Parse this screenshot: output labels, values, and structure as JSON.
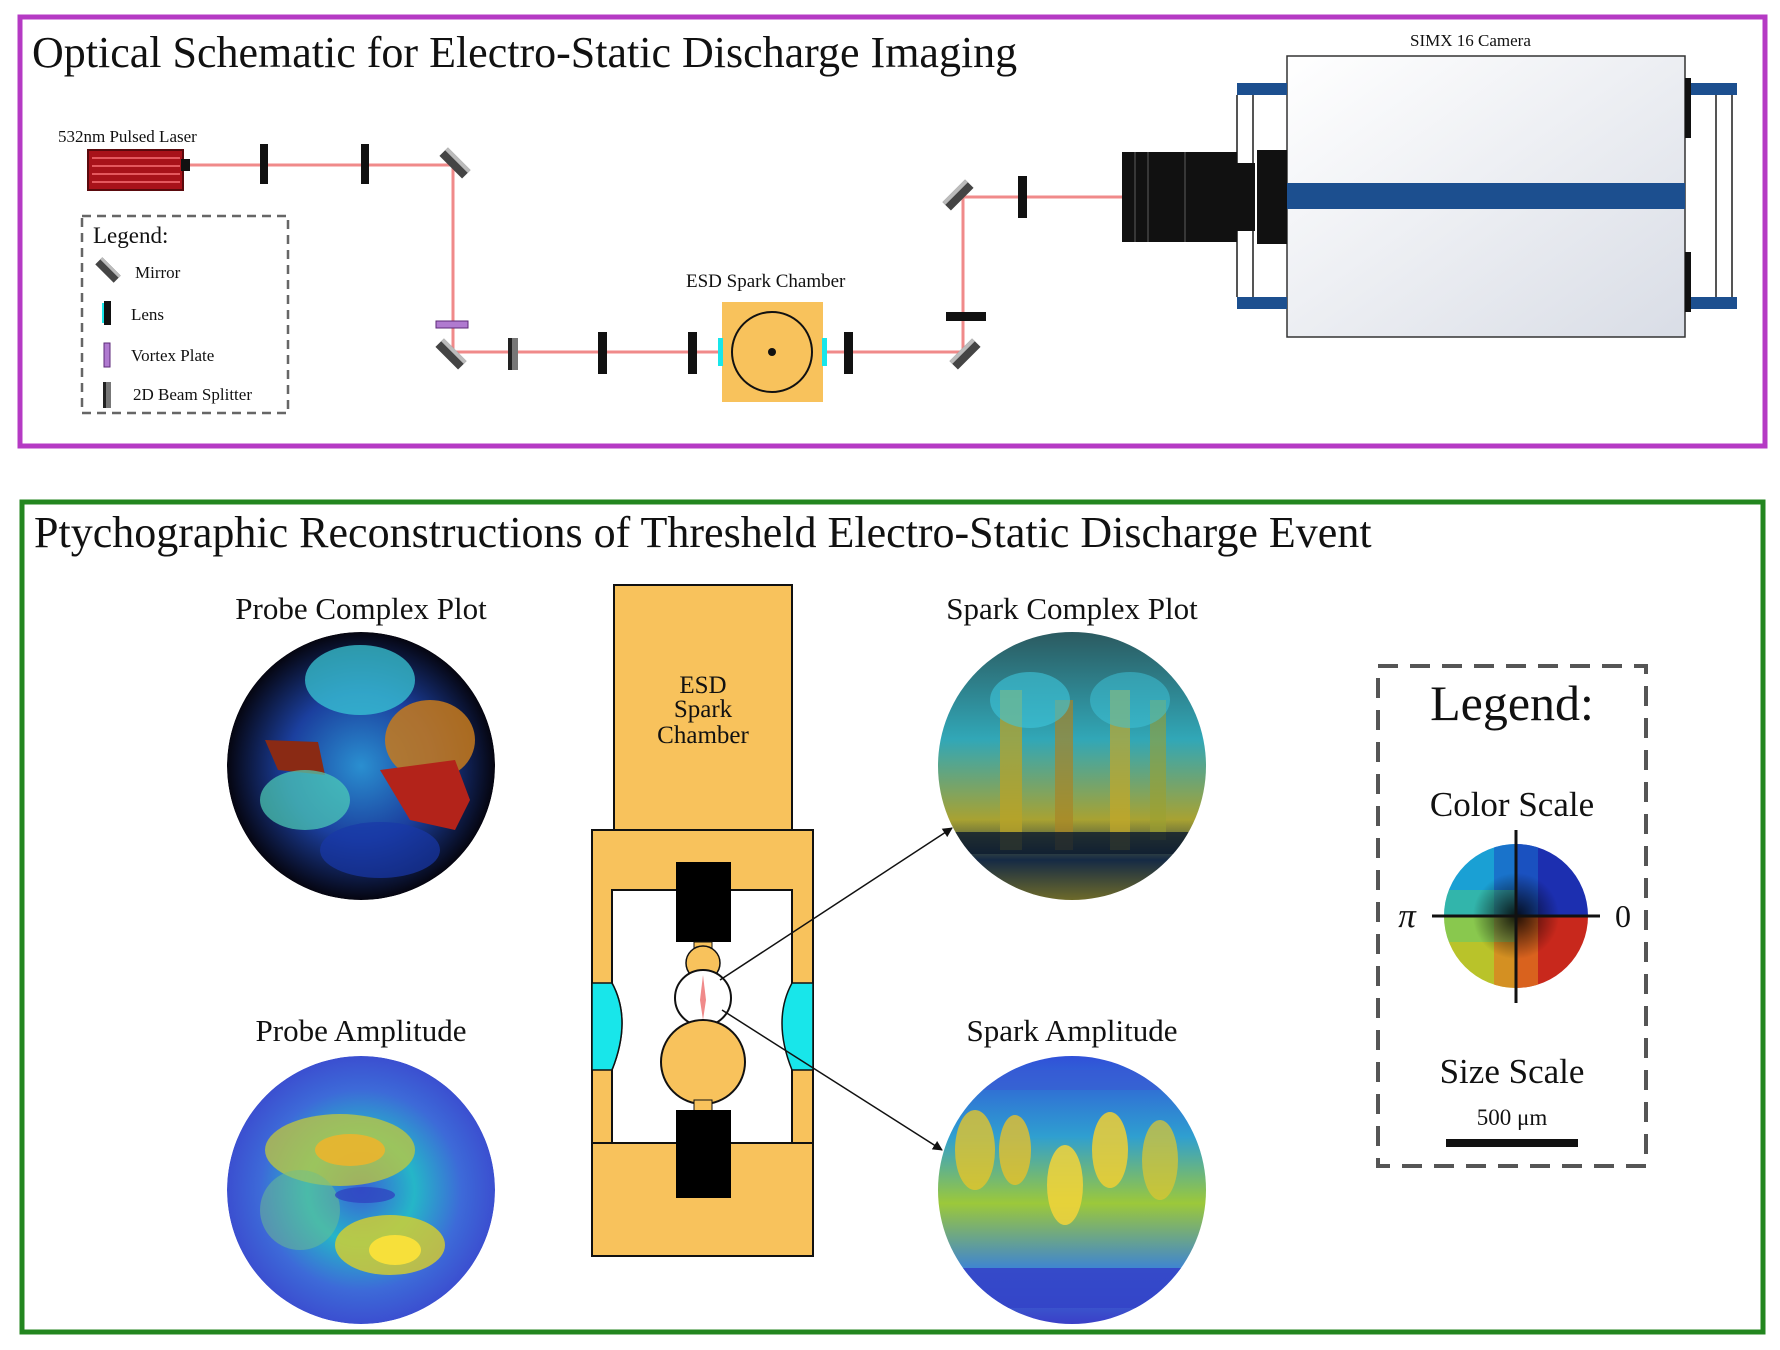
{
  "optical": {
    "title": "Optical Schematic for Electro-Static Discharge Imaging",
    "laser_label": "532nm Pulsed Laser",
    "chamber_label": "ESD Spark Chamber",
    "camera_label": "SIMX 16 Camera",
    "legend": {
      "title": "Legend:",
      "items": [
        "Mirror",
        "Lens",
        "Vortex Plate",
        "2D Beam Splitter"
      ]
    }
  },
  "recon": {
    "title": "Ptychographic Reconstructions of Thresheld Electro-Static Discharge Event",
    "probe_complex": "Probe Complex Plot",
    "probe_amplitude": "Probe Amplitude",
    "spark_complex": "Spark Complex Plot",
    "spark_amplitude": "Spark Amplitude",
    "chamber_lines": [
      "ESD",
      "Spark",
      "Chamber"
    ],
    "legend": {
      "title": "Legend:",
      "color_scale": "Color Scale",
      "pi_label": "π",
      "zero_label": "0",
      "size_scale": "Size Scale",
      "scale_bar": "500 μm"
    }
  },
  "colors": {
    "top_frame": "#b53ac4",
    "bottom_frame": "#23861f",
    "beam": "#f08a8a",
    "chamber": "#f8c25c",
    "window": "#18e6ea",
    "camera_blue": "#1c4f8f",
    "laser": "#a8121a"
  }
}
